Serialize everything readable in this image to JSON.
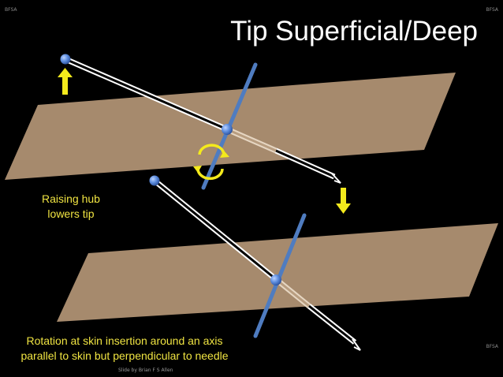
{
  "slide": {
    "title": "Tip Superficial/Deep",
    "watermark_top_left": "BFSA",
    "watermark_top_right": "BFSA",
    "watermark_right": "BFSA",
    "caption_raise_line1": "Raising hub",
    "caption_raise_line2": "lowers tip",
    "caption_rotation_line1": "Rotation at skin insertion around an axis",
    "caption_rotation_line2": "parallel to skin but perpendicular to needle",
    "credit": "Slide by Brian F S Allen"
  },
  "colors": {
    "background": "#000000",
    "skin_plane": "#a68a6d",
    "axis": "#4f7cc0",
    "needle": "#ffffff",
    "hub_ball": "#5f8fe0",
    "arrow": "#f4ea1c",
    "caption": "#f0e442",
    "title": "#ffffff"
  },
  "icons": [
    "up-arrow-icon",
    "down-arrow-icon",
    "rotation-arrows-icon"
  ]
}
